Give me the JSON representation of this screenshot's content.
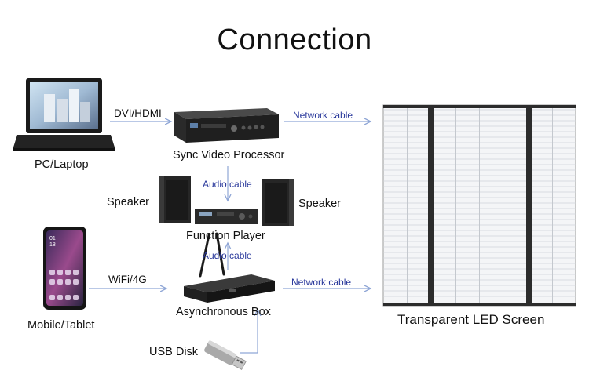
{
  "title": "Connection",
  "nodes": {
    "pc": "PC/Laptop",
    "processor": "Sync Video Processor",
    "speaker_left": "Speaker",
    "speaker_right": "Speaker",
    "player": "Function Player",
    "mobile": "Mobile/Tablet",
    "async_box": "Asynchronous Box",
    "usb": "USB Disk",
    "screen": "Transparent LED Screen"
  },
  "edges": {
    "pc_to_processor": "DVI/HDMI",
    "processor_to_screen": "Network cable",
    "processor_to_player": "Audio cable",
    "box_to_player": "Audio cable",
    "mobile_to_box": "WiFi/4G",
    "box_to_screen": "Network cable"
  },
  "colors": {
    "arrow": "#8fa6d6",
    "edge_label": "#2b3a9c",
    "device_dark": "#1c1c1c"
  }
}
